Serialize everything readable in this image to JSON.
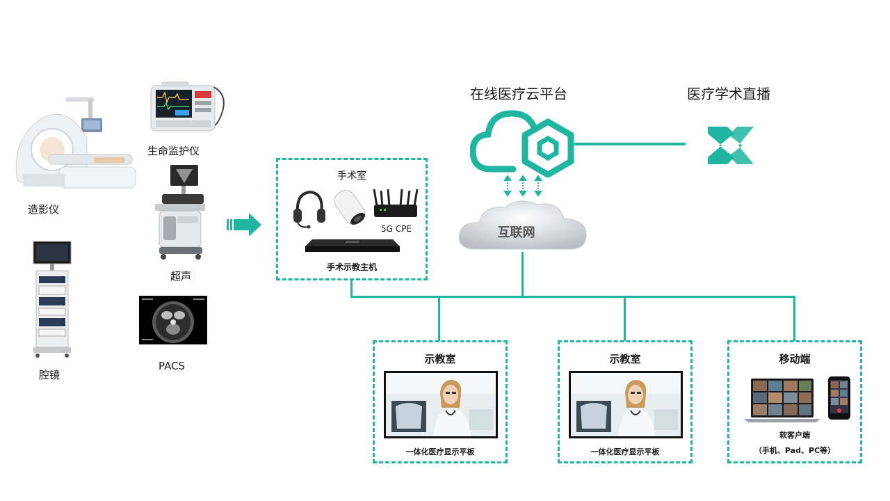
{
  "devices": {
    "imaging": "造影仪",
    "monitor": "生命监护仪",
    "ultrasound": "超声",
    "endoscope": "腔镜",
    "pacs": "PACS"
  },
  "operating_room": {
    "title": "手术室",
    "cpe": "5G CPE",
    "host": "手术示教主机"
  },
  "cloud": {
    "platform": "在线医疗云平台",
    "live": "医疗学术直播",
    "internet": "互联网"
  },
  "endpoints": [
    {
      "title": "示教室",
      "caption": "一体化医疗显示平板"
    },
    {
      "title": "示教室",
      "caption": "一体化医疗显示平板"
    },
    {
      "title": "移动端",
      "caption": "软客户端",
      "caption2": "（手机、Pad、PC等）"
    }
  ],
  "colors": {
    "accent": "#1fb5a0",
    "cloud_gray": "#c9ccd1"
  }
}
